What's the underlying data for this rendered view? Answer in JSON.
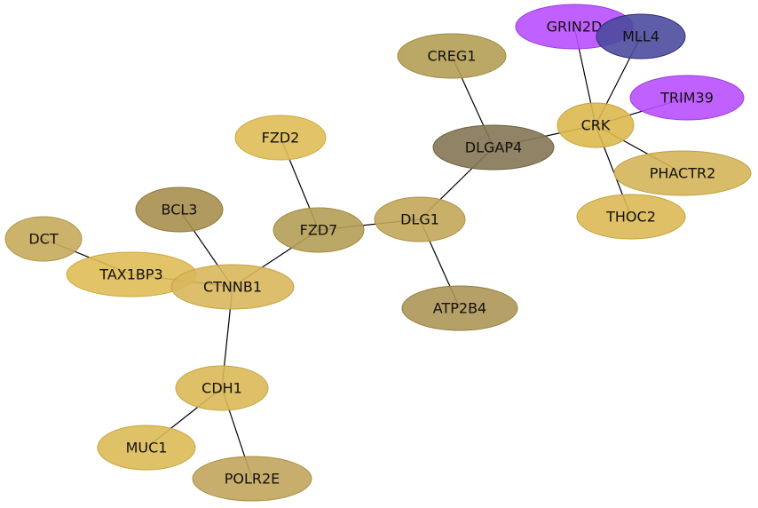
{
  "network": {
    "nodes": [
      {
        "id": "GRIN2D",
        "label": "GRIN2D",
        "color": "#b84fff",
        "stroke": "#9a3fd9"
      },
      {
        "id": "MLL4",
        "label": "MLL4",
        "color": "#4b4b9e",
        "stroke": "#2d2d7a"
      },
      {
        "id": "TRIM39",
        "label": "TRIM39",
        "color": "#b84fff",
        "stroke": "#9a3fd9"
      },
      {
        "id": "CREG1",
        "label": "CREG1",
        "color": "#b59e55",
        "stroke": "#9d8a3f"
      },
      {
        "id": "CRK",
        "label": "CRK",
        "color": "#dcb84f",
        "stroke": "#c8a23a"
      },
      {
        "id": "DLGAP4",
        "label": "DLGAP4",
        "color": "#857755",
        "stroke": "#6d6040"
      },
      {
        "id": "PHACTR2",
        "label": "PHACTR2",
        "color": "#d4b55a",
        "stroke": "#bfa040"
      },
      {
        "id": "THOC2",
        "label": "THOC2",
        "color": "#dbb955",
        "stroke": "#c8a23a"
      },
      {
        "id": "FZD2",
        "label": "FZD2",
        "color": "#e0bd57",
        "stroke": "#cca93f"
      },
      {
        "id": "BCL3",
        "label": "BCL3",
        "color": "#a98f4f",
        "stroke": "#8f7838"
      },
      {
        "id": "FZD7",
        "label": "FZD7",
        "color": "#b59e55",
        "stroke": "#9d8a3f"
      },
      {
        "id": "DLG1",
        "label": "DLG1",
        "color": "#c3a75a",
        "stroke": "#ad9242"
      },
      {
        "id": "DCT",
        "label": "DCT",
        "color": "#c7ab5c",
        "stroke": "#b09444"
      },
      {
        "id": "TAX1BP3",
        "label": "TAX1BP3",
        "color": "#e0bd57",
        "stroke": "#cca93f"
      },
      {
        "id": "CTNNB1",
        "label": "CTNNB1",
        "color": "#d8b75c",
        "stroke": "#c4a243"
      },
      {
        "id": "ATP2B4",
        "label": "ATP2B4",
        "color": "#ad9757",
        "stroke": "#957f3f"
      },
      {
        "id": "CDH1",
        "label": "CDH1",
        "color": "#dab958",
        "stroke": "#c6a43f"
      },
      {
        "id": "MUC1",
        "label": "MUC1",
        "color": "#dcbb58",
        "stroke": "#c8a63f"
      },
      {
        "id": "POLR2E",
        "label": "POLR2E",
        "color": "#c1a55c",
        "stroke": "#aa8f43"
      }
    ],
    "edges": [
      {
        "source": "GRIN2D",
        "target": "CRK"
      },
      {
        "source": "MLL4",
        "target": "CRK"
      },
      {
        "source": "TRIM39",
        "target": "CRK"
      },
      {
        "source": "CREG1",
        "target": "DLGAP4"
      },
      {
        "source": "CRK",
        "target": "DLGAP4"
      },
      {
        "source": "CRK",
        "target": "PHACTR2"
      },
      {
        "source": "CRK",
        "target": "THOC2"
      },
      {
        "source": "DLGAP4",
        "target": "DLG1"
      },
      {
        "source": "FZD2",
        "target": "FZD7"
      },
      {
        "source": "FZD7",
        "target": "DLG1"
      },
      {
        "source": "FZD7",
        "target": "CTNNB1"
      },
      {
        "source": "BCL3",
        "target": "CTNNB1"
      },
      {
        "source": "DCT",
        "target": "TAX1BP3"
      },
      {
        "source": "TAX1BP3",
        "target": "CTNNB1"
      },
      {
        "source": "DLG1",
        "target": "ATP2B4"
      },
      {
        "source": "CTNNB1",
        "target": "CDH1"
      },
      {
        "source": "CDH1",
        "target": "MUC1"
      },
      {
        "source": "CDH1",
        "target": "POLR2E"
      }
    ]
  }
}
